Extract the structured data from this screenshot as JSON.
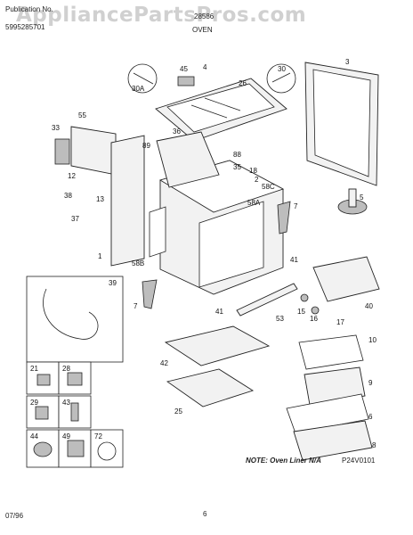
{
  "header": {
    "publication_label": "Publication No.",
    "publication_number": "5995285701",
    "model": "28586",
    "section": "OVEN",
    "watermark": "AppliancePartsPros.com"
  },
  "callouts": {
    "c45": "45",
    "c4": "4",
    "c30": "30",
    "c30a": "30A",
    "c26": "26",
    "c3": "3",
    "c55": "55",
    "c33": "33",
    "c36": "36",
    "c89": "89",
    "c88": "88",
    "c35": "35",
    "c18": "18",
    "c2": "2",
    "c58c": "58C",
    "c12": "12",
    "c5": "5",
    "c38": "38",
    "c13": "13",
    "c58a": "58A",
    "c7a": "7",
    "c37": "37",
    "c1": "1",
    "c58b": "58B",
    "c41a": "41",
    "c39": "39",
    "c7b": "7",
    "c41b": "41",
    "c53": "53",
    "c15": "15",
    "c16": "16",
    "c17": "17",
    "c40": "40",
    "c10": "10",
    "c42": "42",
    "c9": "9",
    "c25": "25",
    "c21": "21",
    "c28": "28",
    "c29": "29",
    "c43": "43",
    "c44": "44",
    "c49": "49",
    "c72": "72",
    "c6": "6",
    "c8": "8"
  },
  "note": "NOTE: Oven Liner N/A",
  "diagram_code": "P24V0101",
  "footer": {
    "date": "07/96",
    "page": "6"
  }
}
